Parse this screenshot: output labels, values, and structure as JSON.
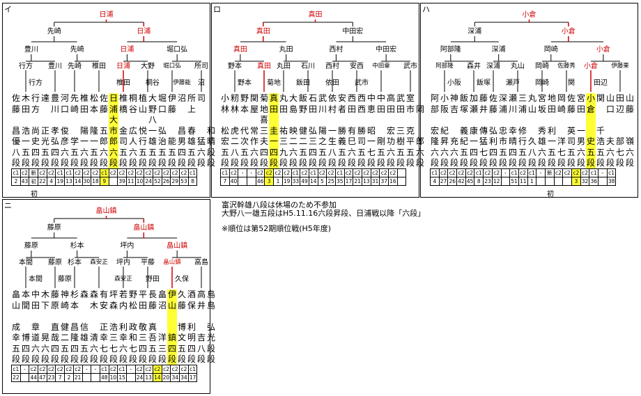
{
  "panels": [
    {
      "id": "i",
      "label": "イ",
      "names": {
        "champion": "日浦",
        "f1": "先崎",
        "f2": "日浦",
        "s1": "豊川",
        "s2": "先崎",
        "s3": "日浦",
        "s4": "堀口弘",
        "q1": "行方",
        "q2": "豊川",
        "q3": "先崎",
        "q4": "椎田",
        "q5": "日浦",
        "q6": "大野",
        "q7": "堀口弘",
        "q8": "所司",
        "r1": "行方",
        "r4": "椎田",
        "r5": "桐谷",
        "r6": "伊藤能",
        "r7": "沼"
      },
      "columns": [
        [
          "佐",
          "藤",
          "",
          "昌",
          "優",
          "八",
          "段",
          "c1",
          "2"
        ],
        [
          "木",
          "田",
          "",
          "浩",
          "一",
          "五",
          "段",
          "c2",
          "43"
        ],
        [
          "行",
          "方",
          "",
          "尚",
          "史",
          "四",
          "段",
          "新",
          "初"
        ],
        [
          "達",
          "",
          "",
          "正",
          "光",
          "五",
          "段",
          "c2",
          "22"
        ],
        [
          "豊",
          "川",
          "",
          "孝",
          "弘",
          "四",
          "段",
          "c2",
          "4"
        ],
        [
          "河",
          "口",
          "",
          "俊",
          "彦",
          "六",
          "段",
          "c1",
          "19"
        ],
        [
          "先",
          "崎",
          "",
          "",
          "学",
          "五",
          "段",
          "c1",
          "13"
        ],
        [
          "椎",
          "田",
          "",
          "陽",
          "一",
          "六",
          "段",
          "c2",
          "14"
        ],
        [
          "松",
          "本",
          "",
          "隆",
          "一",
          "五",
          "段",
          "c2",
          "30"
        ],
        [
          "佐",
          "藤",
          "",
          "五",
          "郎",
          "六",
          "段",
          "c2",
          "18"
        ],
        [
          "日",
          "浦",
          "大",
          "市",
          "郎",
          "六",
          "段",
          "c1",
          "9"
        ],
        [
          "椎",
          "橋",
          "",
          "金",
          "司",
          "五",
          "段",
          "c2",
          ""
        ],
        [
          "桐",
          "谷",
          "",
          "広",
          "人",
          "六",
          "段",
          "c2",
          "39"
        ],
        [
          "植",
          "山",
          "",
          "悦",
          "行",
          "五",
          "段",
          "c2",
          "11"
        ],
        [
          "大",
          "野",
          "八",
          "一",
          "雄",
          "五",
          "段",
          "c2",
          "10"
        ],
        [
          "堀",
          "口",
          "",
          "弘",
          "治",
          "五",
          "段",
          "c2",
          "24"
        ],
        [
          "伊",
          "藤",
          "",
          "",
          "能",
          "五",
          "段",
          "c2",
          "52"
        ],
        [
          "沼",
          "",
          "",
          "昌",
          "男",
          "四",
          "段",
          "c2",
          "26"
        ],
        [
          "所",
          "上",
          "",
          "春",
          "雄",
          "五",
          "段",
          "c2",
          "29"
        ],
        [
          "司",
          "",
          "",
          "",
          "猛",
          "六",
          "段",
          "c2",
          "53"
        ],
        [
          "",
          "",
          "",
          "和",
          "晴",
          "段",
          "段",
          "c1",
          "8"
        ]
      ],
      "highlight": 10,
      "footer": "初"
    },
    {
      "id": "ro",
      "label": "ロ",
      "names": {
        "champion": "真田",
        "f1": "真田",
        "f2": "中田宏",
        "s1": "真田",
        "s2": "丸田",
        "s3": "西村",
        "s4": "中田宏",
        "q1": "野本",
        "q2": "真田",
        "q3": "丸田",
        "q4": "石川",
        "q5": "西村",
        "q6": "安西",
        "q7": "中田章",
        "q8": "武市",
        "r1": "野本",
        "r2": "菊地",
        "r3": "飯田",
        "r4": "依田",
        "r5": "武市"
      },
      "columns": [
        [
          "小",
          "林",
          "",
          "松",
          "宏",
          "五",
          "段",
          "c1",
          "7"
        ],
        [
          "籾",
          "林",
          "",
          "虎",
          "二",
          "八",
          "段",
          "c2",
          "40"
        ],
        [
          "野",
          "本",
          "",
          "代",
          "次",
          "五",
          "段",
          "-",
          ""
        ],
        [
          "関",
          "屋",
          "",
          "常",
          "作",
          "六",
          "段",
          "-",
          ""
        ],
        [
          "菊",
          "地",
          "喜",
          "三",
          "夫",
          "四",
          "段",
          "c2",
          "46"
        ],
        [
          "真",
          "田",
          "",
          "圭",
          "一",
          "四",
          "段",
          "c2",
          "3"
        ],
        [
          "丸",
          "田",
          "",
          "祐",
          "三",
          "九",
          "段",
          "c2",
          "1"
        ],
        [
          "大",
          "島",
          "",
          "映",
          "二",
          "六",
          "段",
          "c2",
          "19"
        ],
        [
          "飯",
          "野",
          "",
          "健",
          "二",
          "五",
          "段",
          "c1",
          "33"
        ],
        [
          "石",
          "田",
          "",
          "弘",
          "三",
          "四",
          "段",
          "c2",
          "49"
        ],
        [
          "武",
          "川",
          "",
          "陽",
          "之",
          "五",
          "段",
          "c1",
          "14"
        ],
        [
          "依",
          "村",
          "",
          "一",
          "生",
          "八",
          "段",
          "c2",
          "5"
        ],
        [
          "安",
          "者",
          "",
          "勝",
          "義",
          "五",
          "段",
          "c2",
          "25"
        ],
        [
          "西",
          "田",
          "",
          "有",
          "巳",
          "六",
          "段",
          "c1",
          "35"
        ],
        [
          "西",
          "西",
          "",
          "勝",
          "司",
          "五",
          "段",
          "c2",
          "17"
        ],
        [
          "中",
          "恵",
          "",
          "昭",
          "一",
          "七",
          "段",
          "c2",
          "21"
        ],
        [
          "中",
          "田",
          "",
          "",
          "剛",
          "五",
          "段",
          "c2",
          "13"
        ],
        [
          "高",
          "田",
          "",
          "宏",
          "功",
          "六",
          "段",
          "c2",
          "31"
        ],
        [
          "武",
          "田",
          "",
          "三",
          "樹",
          "五",
          "段",
          "c2",
          "37"
        ],
        [
          "室",
          "市",
          "",
          "克",
          "平",
          "五",
          "段",
          "c2",
          "16"
        ],
        [
          "",
          "岡",
          "",
          "",
          "郎",
          "六",
          "段",
          "",
          ""
        ]
      ],
      "highlight": 5,
      "footer": ""
    },
    {
      "id": "ha",
      "label": "ハ",
      "names": {
        "champion": "小倉",
        "f1": "深浦",
        "f2": "小倉",
        "s1": "阿部隆",
        "s2": "深浦",
        "s3": "岡崎",
        "s4": "小倉",
        "q1": "阿部隆",
        "q2": "森井",
        "q3": "深浦",
        "q4": "丸山",
        "q5": "岡崎",
        "q6": "佐藤秀",
        "q7": "小倉",
        "q8": "伊藤果",
        "r1": "小阪",
        "r2": "飯塚",
        "r3": "瀬戸",
        "r4": "岡崎",
        "r5": "関",
        "r6": "田辺"
      },
      "columns": [
        [
          "阿",
          "部",
          "",
          "宏",
          "隆",
          "六",
          "段",
          "c1",
          "4"
        ],
        [
          "小",
          "阪",
          "",
          "紀",
          "昇",
          "六",
          "段",
          "c2",
          "27"
        ],
        [
          "神",
          "吉",
          "",
          "",
          "充",
          "六",
          "段",
          "c2",
          "26"
        ],
        [
          "飯",
          "塚",
          "",
          "義",
          "紀",
          "五",
          "段",
          "c2",
          "42"
        ],
        [
          "加",
          "瀬",
          "",
          "康",
          "一",
          "四",
          "段",
          "c2",
          "45"
        ],
        [
          "藤",
          "井",
          "",
          "傳",
          "猛",
          "七",
          "段",
          "c1",
          "8"
        ],
        [
          "佐",
          "藤",
          "",
          "弘",
          "利",
          "四",
          "段",
          "c2",
          "23"
        ],
        [
          "深",
          "浦",
          "",
          "忠",
          "市",
          "五",
          "段",
          "c2",
          "12"
        ],
        [
          "瀬",
          "川",
          "",
          "幸",
          "晴",
          "四",
          "段",
          "-",
          ""
        ],
        [
          "三",
          "浦",
          "",
          "修",
          "行",
          "五",
          "段",
          "c1",
          "51"
        ],
        [
          "丸",
          "山",
          "",
          "",
          "久",
          "八",
          "段",
          "c2",
          "11"
        ],
        [
          "宮",
          "坂",
          "",
          "秀",
          "雄",
          "六",
          "段",
          "c1",
          "1"
        ],
        [
          "地",
          "田",
          "",
          "利",
          "一",
          "五",
          "段",
          "-",
          ""
        ],
        [
          "岡",
          "崎",
          "",
          "",
          "洋",
          "七",
          "段",
          "新",
          ""
        ],
        [
          "佐",
          "藤",
          "",
          "英",
          "司",
          "五",
          "段",
          "c2",
          ""
        ],
        [
          "宮",
          "田",
          "",
          "一",
          "男",
          "六",
          "段",
          "c2",
          ""
        ],
        [
          "小",
          "倉",
          "",
          "",
          "史",
          "五",
          "段",
          "c2",
          "3"
        ],
        [
          "関",
          "",
          "",
          "千",
          "浩",
          "五",
          "段",
          "c2",
          "32"
        ],
        [
          "山",
          "口",
          "",
          "",
          "夫",
          "六",
          "段",
          "c1",
          "36"
        ],
        [
          "田",
          "辺",
          "",
          "",
          "部",
          "七",
          "段",
          "-",
          ""
        ],
        [
          "山",
          "藤",
          "",
          "",
          "嶺",
          "六",
          "段",
          "c1",
          "38"
        ]
      ],
      "highlight": 16,
      "footer": "初"
    },
    {
      "id": "ni",
      "label": "ニ",
      "names": {
        "champion": "畠山鎮",
        "f1": "藤原",
        "f2": "畠山鎮",
        "s1": "藤原",
        "s2": "杉本",
        "s3": "坪内",
        "s4": "畠山鎮",
        "q1": "本間",
        "q2": "藤原",
        "q3": "杉本",
        "q4": "森安正",
        "q5": "坪内",
        "q6": "平藤",
        "q7": "畠山鎮",
        "q8": "高島",
        "r1": "本間",
        "r2": "藤原",
        "r4": "森安正",
        "r5": "野田",
        "r6": "久保"
      },
      "columns": [
        [
          "畠",
          "山",
          "",
          "成",
          "幸",
          "五",
          "段",
          "c1",
          "22"
        ],
        [
          "本",
          "間",
          "",
          "",
          "博",
          "四",
          "段",
          "-",
          ""
        ],
        [
          "中",
          "田",
          "",
          "章",
          "道",
          "六",
          "段",
          "c2",
          "44"
        ],
        [
          "木",
          "下",
          "",
          "",
          "晃",
          "六",
          "段",
          "c2",
          "47"
        ],
        [
          "藤",
          "原",
          "",
          "直",
          "哉",
          "四",
          "段",
          "c2",
          "23"
        ],
        [
          "神",
          "崎",
          "",
          "健",
          "二",
          "五",
          "段",
          "c2",
          "7"
        ],
        [
          "杉",
          "本",
          "",
          "昌",
          "隆",
          "四",
          "段",
          "c2",
          "2"
        ],
        [
          "森",
          "",
          "",
          "信",
          "雄",
          "五",
          "段",
          "c2",
          "21"
        ],
        [
          "森",
          "木",
          "",
          "",
          "清",
          "六",
          "段",
          "-",
          ""
        ],
        [
          "有",
          "安",
          "",
          "正",
          "幸",
          "七",
          "段",
          "-",
          ""
        ],
        [
          "坪",
          "森",
          "",
          "浩",
          "三",
          "七",
          "段",
          "c1",
          "48"
        ],
        [
          "若",
          "内",
          "",
          "利",
          "幸",
          "六",
          "段",
          "c2",
          "10"
        ],
        [
          "野",
          "松",
          "",
          "政",
          "和",
          "七",
          "段",
          "c1",
          "15"
        ],
        [
          "平",
          "田",
          "",
          "敬",
          "三",
          "四",
          "段",
          "-",
          ""
        ],
        [
          "長",
          "藤",
          "",
          "真",
          "吾",
          "五",
          "段",
          "c2",
          "24"
        ],
        [
          "畠",
          "沼",
          "",
          "",
          "洋",
          "三",
          "段",
          "c2",
          "13"
        ],
        [
          "伊",
          "山",
          "",
          "",
          "鎮",
          "四",
          "段",
          "c2",
          "14"
        ],
        [
          "久",
          "藤",
          "",
          "博",
          "文",
          "五",
          "段",
          "c2",
          "20"
        ],
        [
          "酒",
          "保",
          "",
          "利",
          "明",
          "四",
          "段",
          "c2",
          "34"
        ],
        [
          "高",
          "井",
          "",
          "",
          "吉",
          "八",
          "段",
          "c2",
          "34"
        ],
        [
          "島",
          "島",
          "",
          "弘",
          "光",
          "段",
          "段",
          "c1",
          "17"
        ]
      ],
      "highlight": 16,
      "footer": ""
    }
  ],
  "notes": {
    "line1": "富沢幹雄八段は休場のため不参加",
    "line2": "大野八一雄五段はH5.11.16六段昇段、日浦戦以降「六段」",
    "line3": "※順位は第52期順位戦(H5年度)"
  }
}
